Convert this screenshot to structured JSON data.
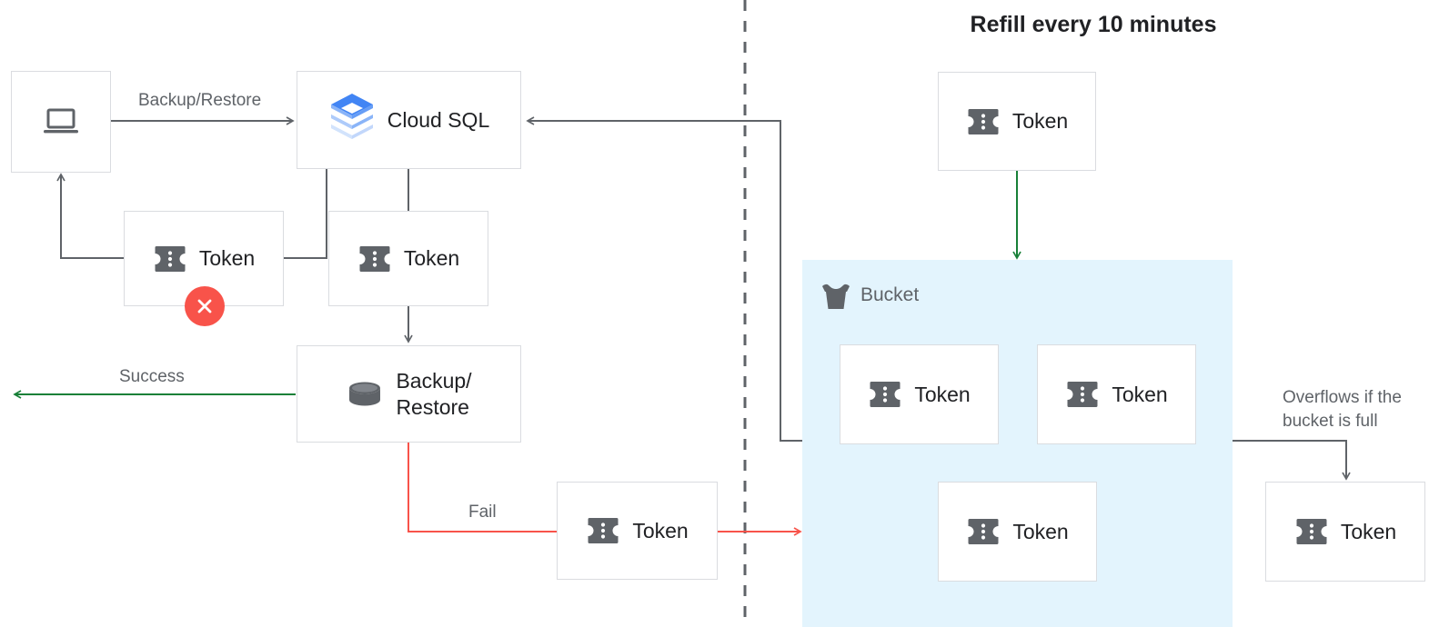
{
  "headline": "Refill every 10 minutes",
  "colors": {
    "box_border": "#dadce0",
    "edge_gray": "#5f6368",
    "edge_green": "#188038",
    "edge_red": "#f8534a",
    "bucket_fill": "#e3f4fd",
    "text_primary": "#202124",
    "text_secondary": "#5f6368",
    "cloudsql_blue_dark": "#4285f4",
    "cloudsql_blue_mid": "#8ab4f8",
    "cloudsql_blue_light": "#c2d7fb",
    "error_red": "#f8534a"
  },
  "nodes": {
    "client": {
      "label": "",
      "icon": "laptop-icon"
    },
    "cloud_sql": {
      "label": "Cloud SQL",
      "icon": "cloud-sql-icon"
    },
    "token_failed": {
      "label": "Token",
      "icon": "token-icon"
    },
    "token_consumed": {
      "label": "Token",
      "icon": "token-icon"
    },
    "backup_restore": {
      "label": "Backup/\nRestore",
      "icon": "database-icon"
    },
    "token_fail_out": {
      "label": "Token",
      "icon": "token-icon"
    },
    "token_refill": {
      "label": "Token",
      "icon": "token-icon"
    },
    "token_bucket_1": {
      "label": "Token",
      "icon": "token-icon"
    },
    "token_bucket_2": {
      "label": "Token",
      "icon": "token-icon"
    },
    "token_bucket_3": {
      "label": "Token",
      "icon": "token-icon"
    },
    "token_overflow": {
      "label": "Token",
      "icon": "token-icon"
    }
  },
  "bucket": {
    "title": "Bucket",
    "icon": "bucket-icon"
  },
  "edge_labels": {
    "backup_restore": "Backup/Restore",
    "success": "Success",
    "fail": "Fail",
    "overflow": "Overflows if the\nbucket is full"
  },
  "badges": {
    "failure": "error-x-icon"
  },
  "divider": {
    "name": "vertical-dashed-divider"
  }
}
